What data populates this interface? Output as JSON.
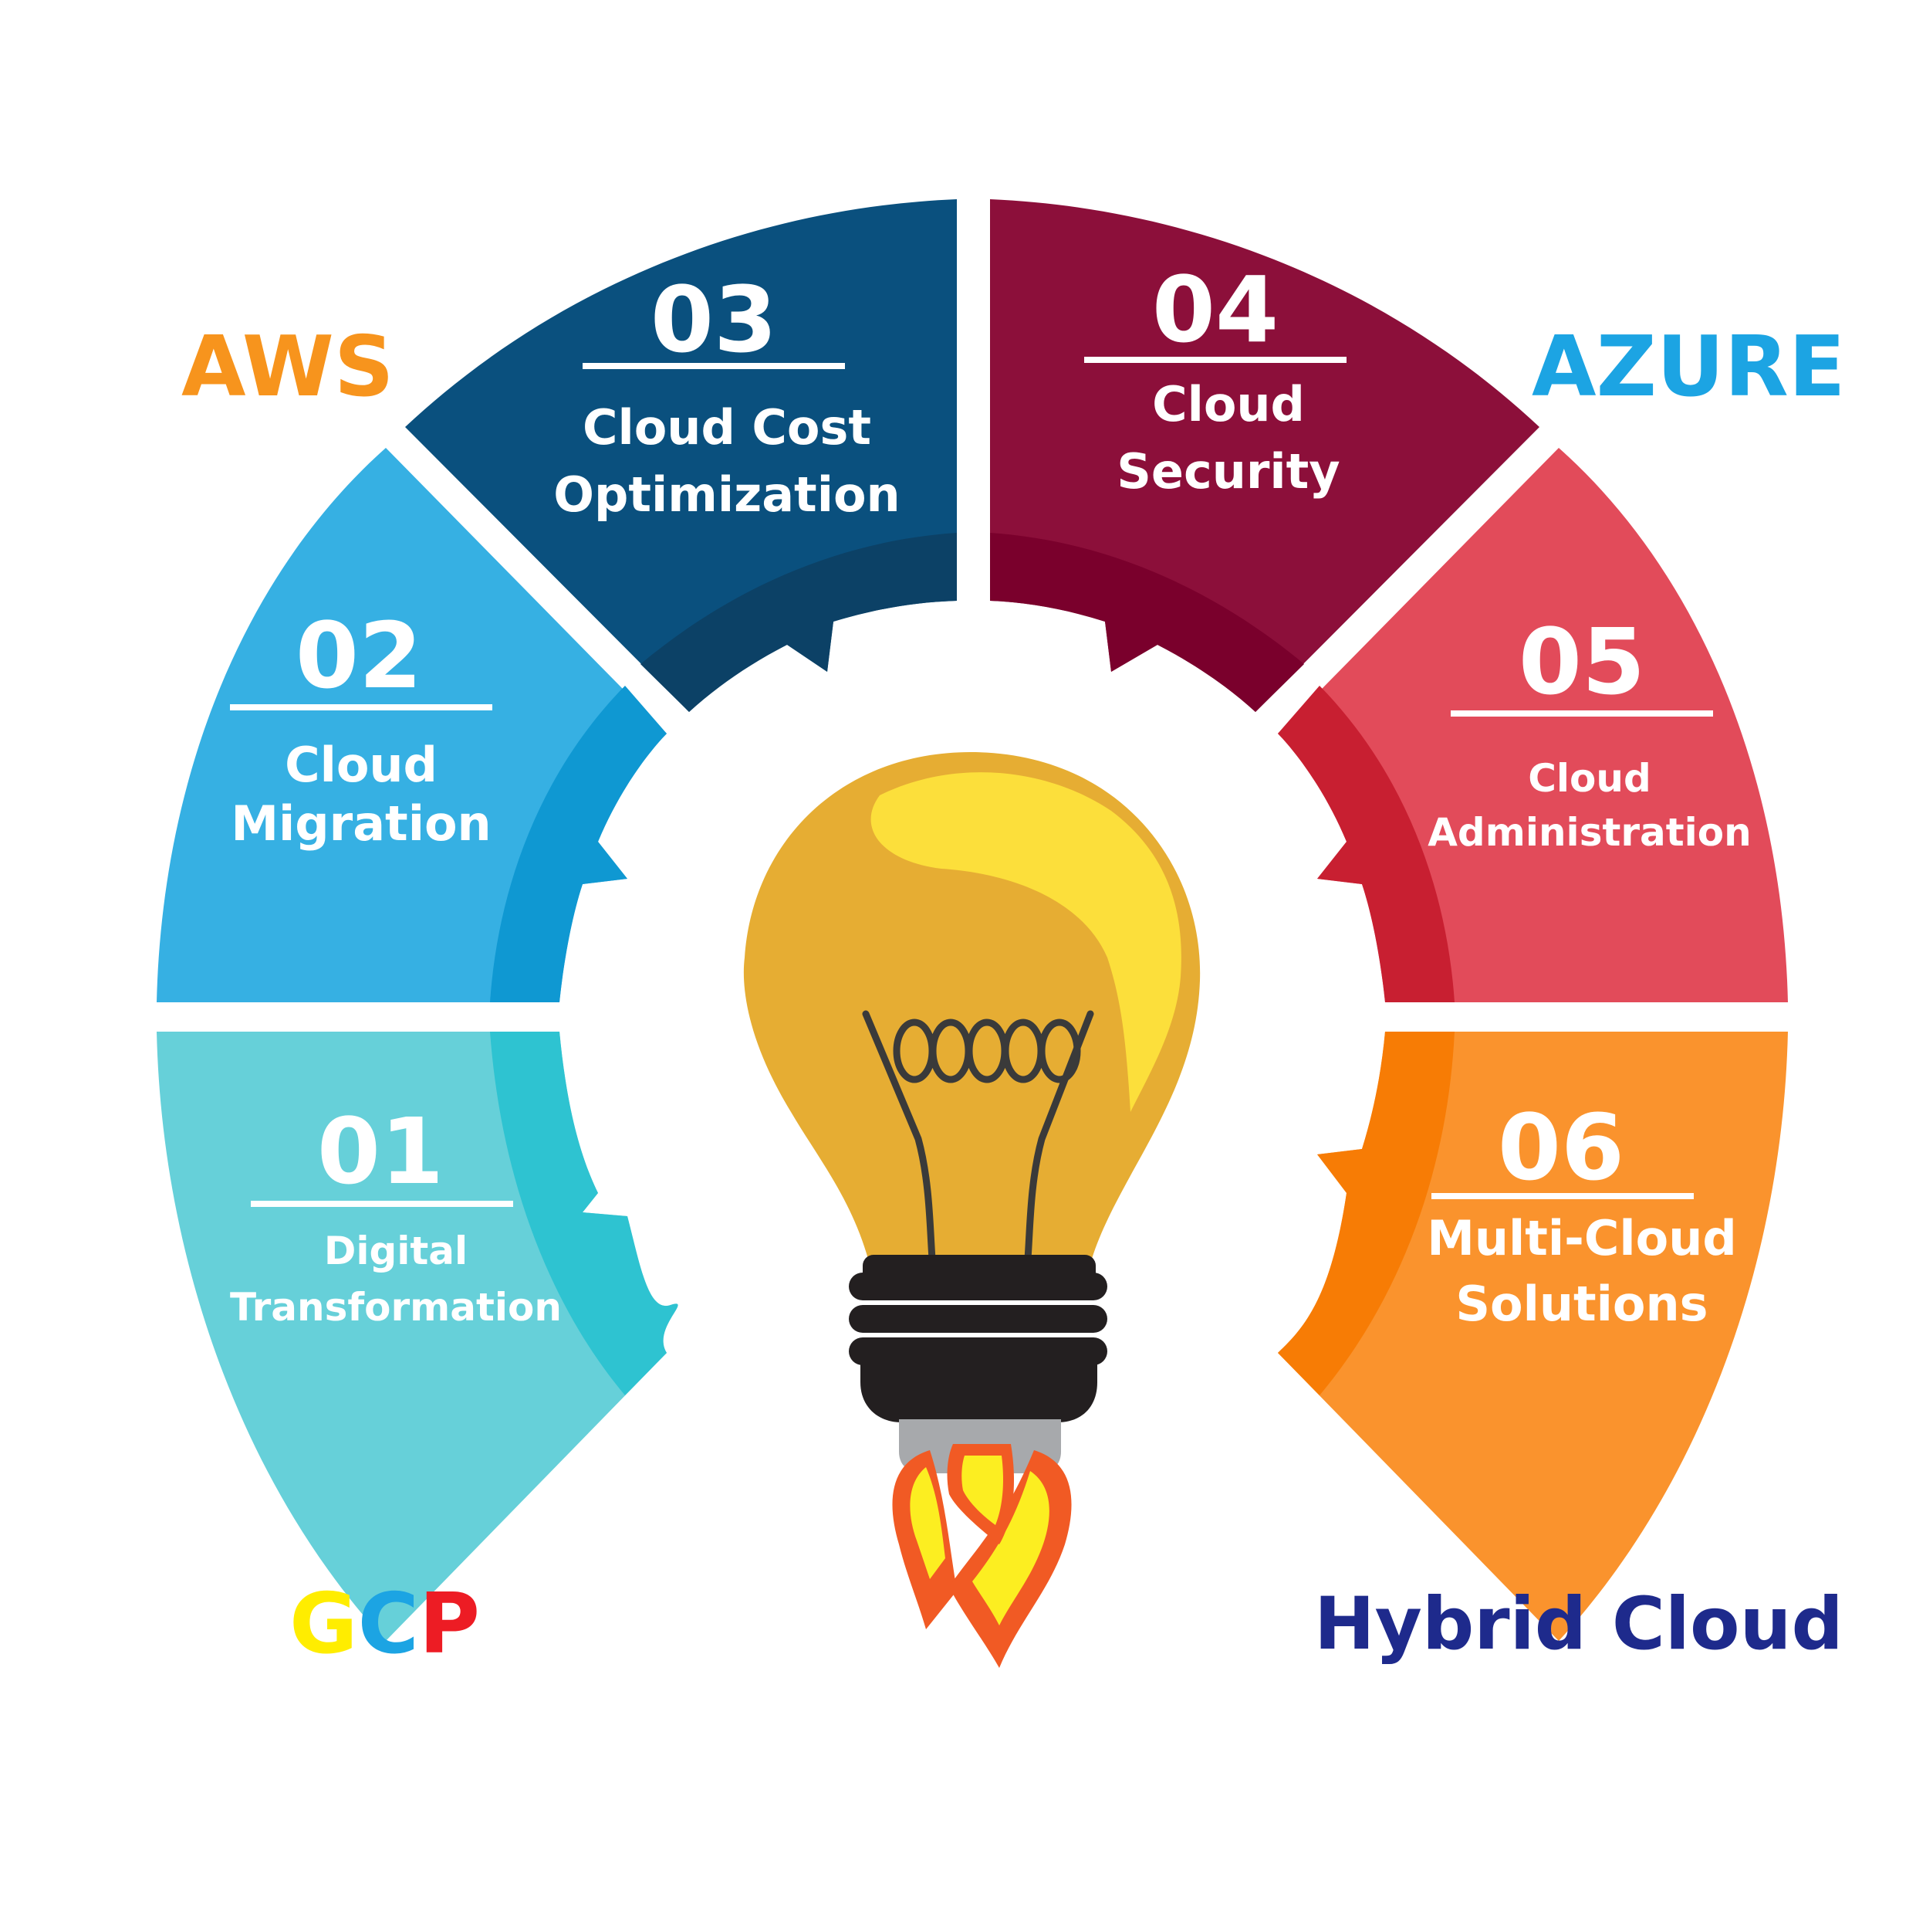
{
  "brands": {
    "aws": {
      "label": "AWS",
      "color": "#f7941d"
    },
    "azure": {
      "label": "AZURE",
      "color": "#1ca4e3"
    },
    "gcp": {
      "letters": [
        {
          "ch": "G",
          "color": "#ffed00"
        },
        {
          "ch": "C",
          "color": "#1ca4e3"
        },
        {
          "ch": "P",
          "color": "#ed1c24"
        }
      ]
    },
    "hybrid": {
      "label": "Hybrid Cloud",
      "color": "#1e2a8c"
    }
  },
  "segments": [
    {
      "id": "01",
      "number": "01",
      "line1": "Digital",
      "line2": "Transformation",
      "color": "#66d0d9",
      "inner": "#2ec3d1"
    },
    {
      "id": "02",
      "number": "02",
      "line1": "Cloud",
      "line2": "Migration",
      "color": "#36b0e3",
      "inner": "#0f98d2"
    },
    {
      "id": "03",
      "number": "03",
      "line1": "Cloud Cost",
      "line2": "Optimization",
      "color": "#0a507e",
      "inner": "#0c4166"
    },
    {
      "id": "04",
      "number": "04",
      "line1": "Cloud",
      "line2": "Security",
      "color": "#8c0f3a",
      "inner": "#7a002c"
    },
    {
      "id": "05",
      "number": "05",
      "line1": "Cloud",
      "line2": "Administration",
      "color": "#e24b5a",
      "inner": "#c81f31"
    },
    {
      "id": "06",
      "number": "06",
      "line1": "Multi-Cloud",
      "line2": "Solutions",
      "color": "#fa932d",
      "inner": "#f77c05"
    }
  ],
  "bulb": {
    "glass": "#e6ad33",
    "highlight": "#fcdf3b",
    "base": "#231f20",
    "cap": "#a7a9ac",
    "flame_outer": "#f15a24",
    "flame_inner": "#fcee21"
  }
}
